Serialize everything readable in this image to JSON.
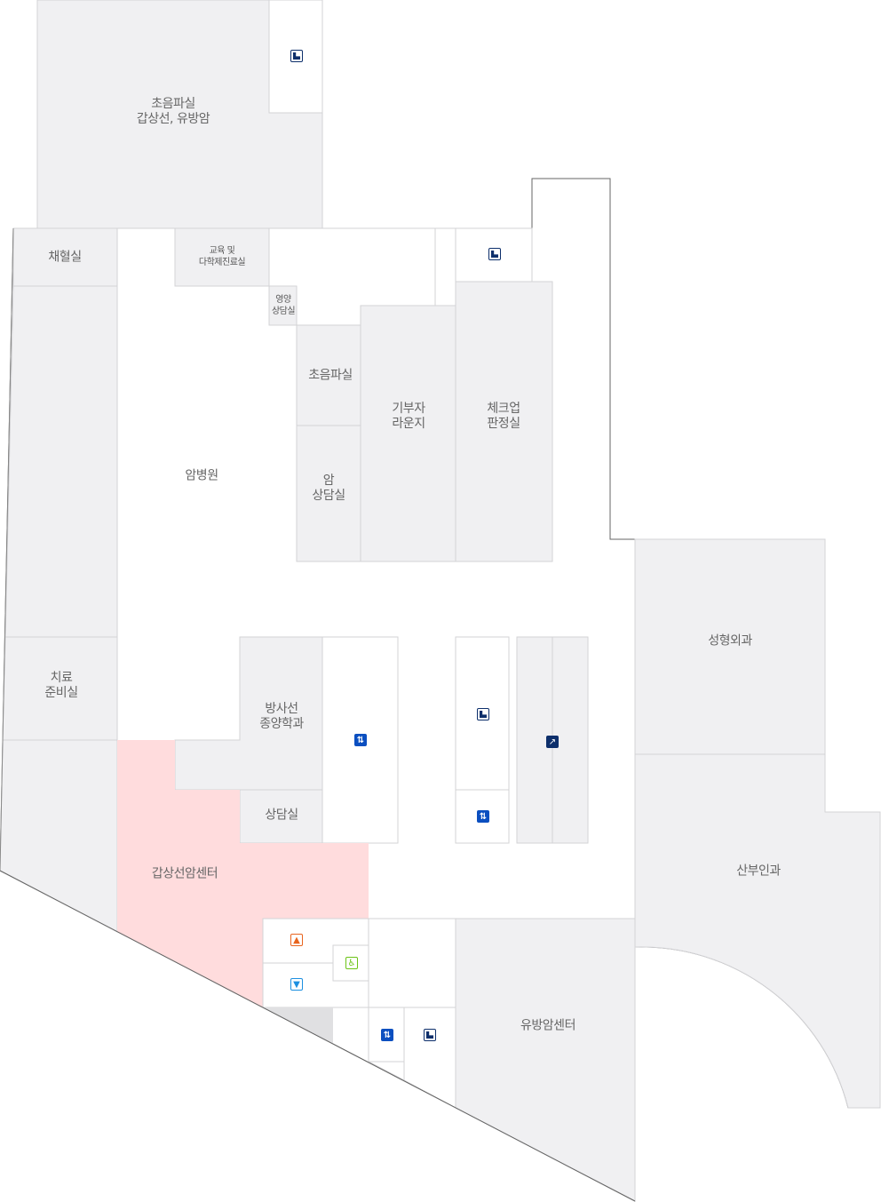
{
  "rooms": {
    "ultrasound_thyroid_breast": "초음파실\n갑상선, 유방암",
    "blood_collection": "채혈실",
    "education": "교육 및\n다학제진료실",
    "nutrition": "영양\n상담실",
    "ultrasound": "초음파실",
    "cancer_counsel": "암\n상담실",
    "donor_lounge": "기부자\n라운지",
    "checkup": "체크업\n판정실",
    "cancer_hospital": "암병원",
    "treatment_prep": "치료\n준비실",
    "radiation_oncology": "방사선\n종양학과",
    "counsel": "상담실",
    "thyroid_center": "갑상선암센터",
    "plastic_surgery": "성형외과",
    "obgyn": "산부인과",
    "breast_center": "유방암센터"
  },
  "colors": {
    "room": "#f0f0f2",
    "highlight": "#ffdcdd",
    "stairs": "#0d2f6b",
    "elevator": "#0b4fc0",
    "female": "#e8641e",
    "male": "#1c8fe0",
    "accessible": "#6cc417"
  },
  "icons": {
    "stairs": "stairs-icon",
    "elevator": "elevator-icon",
    "escalator": "escalator-icon",
    "female": "female-restroom-icon",
    "male": "male-restroom-icon",
    "accessible": "accessible-restroom-icon"
  }
}
